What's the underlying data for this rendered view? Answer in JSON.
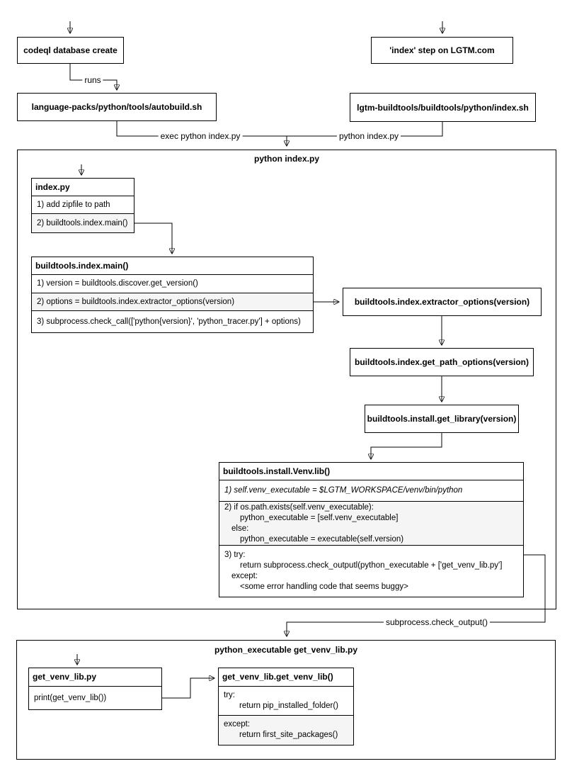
{
  "colors": {
    "border": "#000000",
    "background": "#ffffff",
    "row_highlight": "#f5f5f5"
  },
  "top_flow": {
    "codeql_box": "codeql database create",
    "lgtm_box": "'index' step on LGTM.com",
    "autobuild_box": "language-packs/python/tools/autobuild.sh",
    "index_sh_box": "lgtm-buildtools/buildtools/python/index.sh",
    "runs_label": "runs",
    "exec_python_label": "exec python index.py",
    "python_label": "python index.py"
  },
  "python_index_section": {
    "title": "python index.py",
    "index_py_box": {
      "header": "index.py",
      "row1": "1) add zipfile to path",
      "row2": "2) buildtools.index.main()"
    },
    "main_box": {
      "header": "buildtools.index.main()",
      "row1": "1) version = buildtools.discover.get_version()",
      "row2": "2) options = buildtools.index.extractor_options(version)",
      "row3": "3) subprocess.check_call(['python{version}', 'python_tracer.py'] + options)"
    },
    "extractor_options_box": "buildtools.index.extractor_options(version)",
    "get_path_options_box": "buildtools.index.get_path_options(version)",
    "get_library_box": "buildtools.install.get_library(version)",
    "venv_lib_box": {
      "header": "buildtools.install.Venv.lib()",
      "row1": "1) self.venv_executable = $LGTM_WORKSPACE/venv/bin/python",
      "row2": {
        "l1": "2) if os.path.exists(self.venv_executable):",
        "l2": "python_executable = [self.venv_executable]",
        "l3": "else:",
        "l4": "python_executable = executable(self.version)"
      },
      "row3": {
        "l1": "3) try:",
        "l2": "return subprocess.check_outputl(python_executable + ['get_venv_lib.py']",
        "l3": "except:",
        "l4": "<some error handling code that seems buggy>"
      }
    }
  },
  "check_output_label": "subprocess.check_output()",
  "get_venv_section": {
    "title": "python_executable get_venv_lib.py",
    "get_venv_lib_box": {
      "header": "get_venv_lib.py",
      "row1": "print(get_venv_lib())"
    },
    "get_venv_fn_box": {
      "header": "get_venv_lib.get_venv_lib()",
      "row1": {
        "l1": "try:",
        "l2": "return pip_installed_folder()"
      },
      "row2": {
        "l1": "except:",
        "l2": "return first_site_packages()"
      }
    }
  }
}
